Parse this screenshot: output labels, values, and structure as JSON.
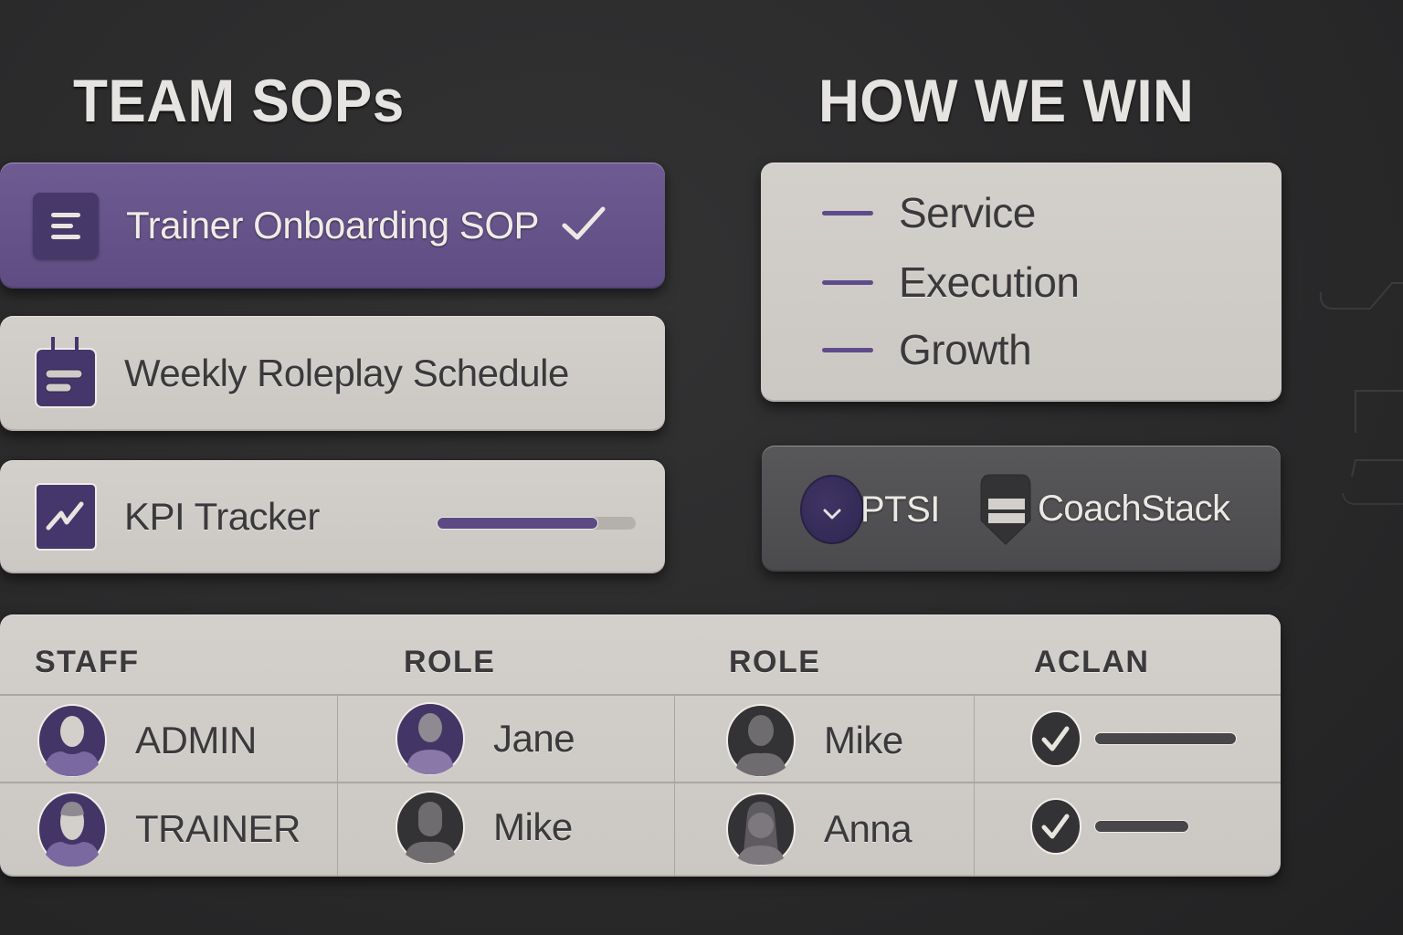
{
  "headings": {
    "sops": "TEAM SOPs",
    "win": "HOW WE WIN"
  },
  "sops": [
    {
      "label": "Trainer Onboarding SOP",
      "icon": "document-lines-icon",
      "status": "completed",
      "active": true
    },
    {
      "label": "Weekly Roleplay Schedule",
      "icon": "calendar-icon",
      "active": false
    },
    {
      "label": "KPI Tracker",
      "icon": "trend-chart-icon",
      "active": false,
      "progress_percent": 81
    }
  ],
  "how_we_win": [
    {
      "label": "Service"
    },
    {
      "label": "Execution"
    },
    {
      "label": "Growth"
    }
  ],
  "brands": [
    {
      "label": "PTSI",
      "icon": "chevron-down-icon"
    },
    {
      "label": "CoachStack",
      "icon": "stack-shield-icon"
    }
  ],
  "table": {
    "headers": [
      "STAFF",
      "ROLE",
      "ROLE",
      "ACLAN"
    ],
    "rows": [
      {
        "staff": "ADMIN",
        "role1": "Jane",
        "role2": "Mike",
        "acl_checked": true,
        "acl_bar_percent": 100
      },
      {
        "staff": "TRAINER",
        "role1": "Mike",
        "role2": "Anna",
        "acl_checked": true,
        "acl_bar_percent": 67
      }
    ]
  },
  "colors": {
    "background": "#2b2b2c",
    "accent_purple": "#5e4c82",
    "icon_purple": "#45376b",
    "card_light": "#cfccc7",
    "card_dark": "#525154",
    "text_dark": "#3a393b",
    "text_light": "#ece9e4"
  }
}
